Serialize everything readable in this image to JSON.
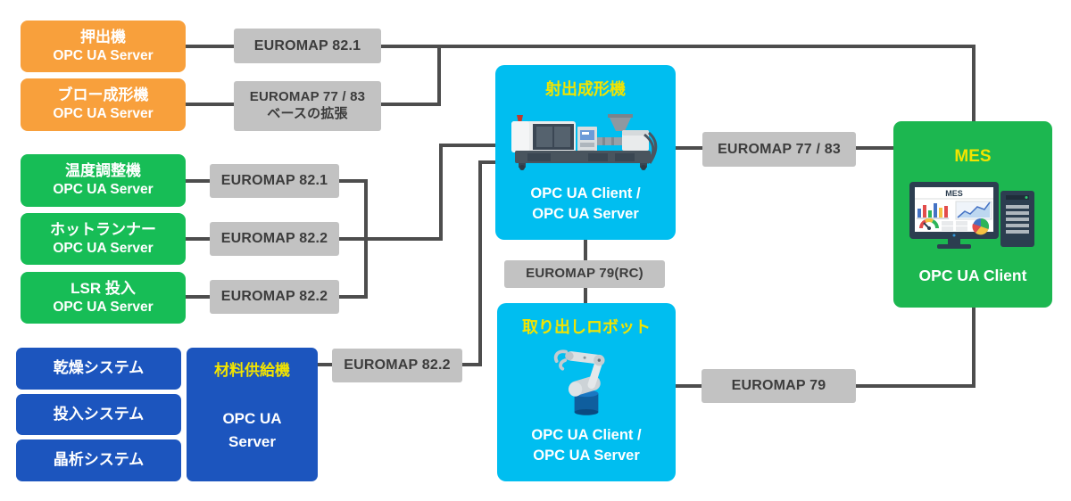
{
  "diagram_title": "EUROMAP OPC UA interface diagram",
  "colors": {
    "orange_box": "#F8A03C",
    "green_box": "#17BD56",
    "blue_box": "#1C55BE",
    "cyan_box": "#00BEF0",
    "mes_green_box": "#1CB750",
    "protocol_label_bg": "#C2C2C2",
    "protocol_label_text": "#3C3C3C",
    "connector_line": "#4D4D4D",
    "highlight_yellow": "#F2E400",
    "box_text": "#FFFFFF"
  },
  "boxes": {
    "extruder": {
      "title": "押出機",
      "subtitle": "OPC UA Server"
    },
    "blow_molding": {
      "title": "ブロー成形機",
      "subtitle": "OPC UA Server"
    },
    "temperature_controller": {
      "title": "温度調整機",
      "subtitle": "OPC UA Server"
    },
    "hot_runner": {
      "title": "ホットランナー",
      "subtitle": "OPC UA Server"
    },
    "lsr_feeder": {
      "title": "LSR 投入",
      "subtitle": "OPC UA Server"
    },
    "drying_system": {
      "title": "乾燥システム"
    },
    "feeding_system": {
      "title": "投入システム"
    },
    "crystallization_system": {
      "title": "晶析システム"
    },
    "material_feeder": {
      "title": "材料供給機",
      "subtitle_line1": "OPC UA",
      "subtitle_line2": "Server"
    },
    "injection_molding": {
      "title": "射出成形機",
      "subtitle_line1": "OPC UA Client /",
      "subtitle_line2": "OPC UA Server"
    },
    "pickout_robot": {
      "title": "取り出しロボット",
      "subtitle_line1": "OPC UA Client /",
      "subtitle_line2": "OPC UA Server"
    },
    "mes": {
      "title": "MES",
      "subtitle": "OPC UA Client",
      "screen_title": "MES"
    }
  },
  "protocol_labels": {
    "extruder_link": "EUROMAP 82.1",
    "blow_link_line1": "EUROMAP 77 / 83",
    "blow_link_line2": "ベースの拡張",
    "temp_link": "EUROMAP 82.1",
    "hot_runner_link": "EUROMAP 82.2",
    "lsr_link": "EUROMAP 82.2",
    "material_link": "EUROMAP 82.2",
    "injection_mes_link": "EUROMAP 77 / 83",
    "injection_robot_link": "EUROMAP 79(RC)",
    "robot_mes_link": "EUROMAP 79"
  }
}
